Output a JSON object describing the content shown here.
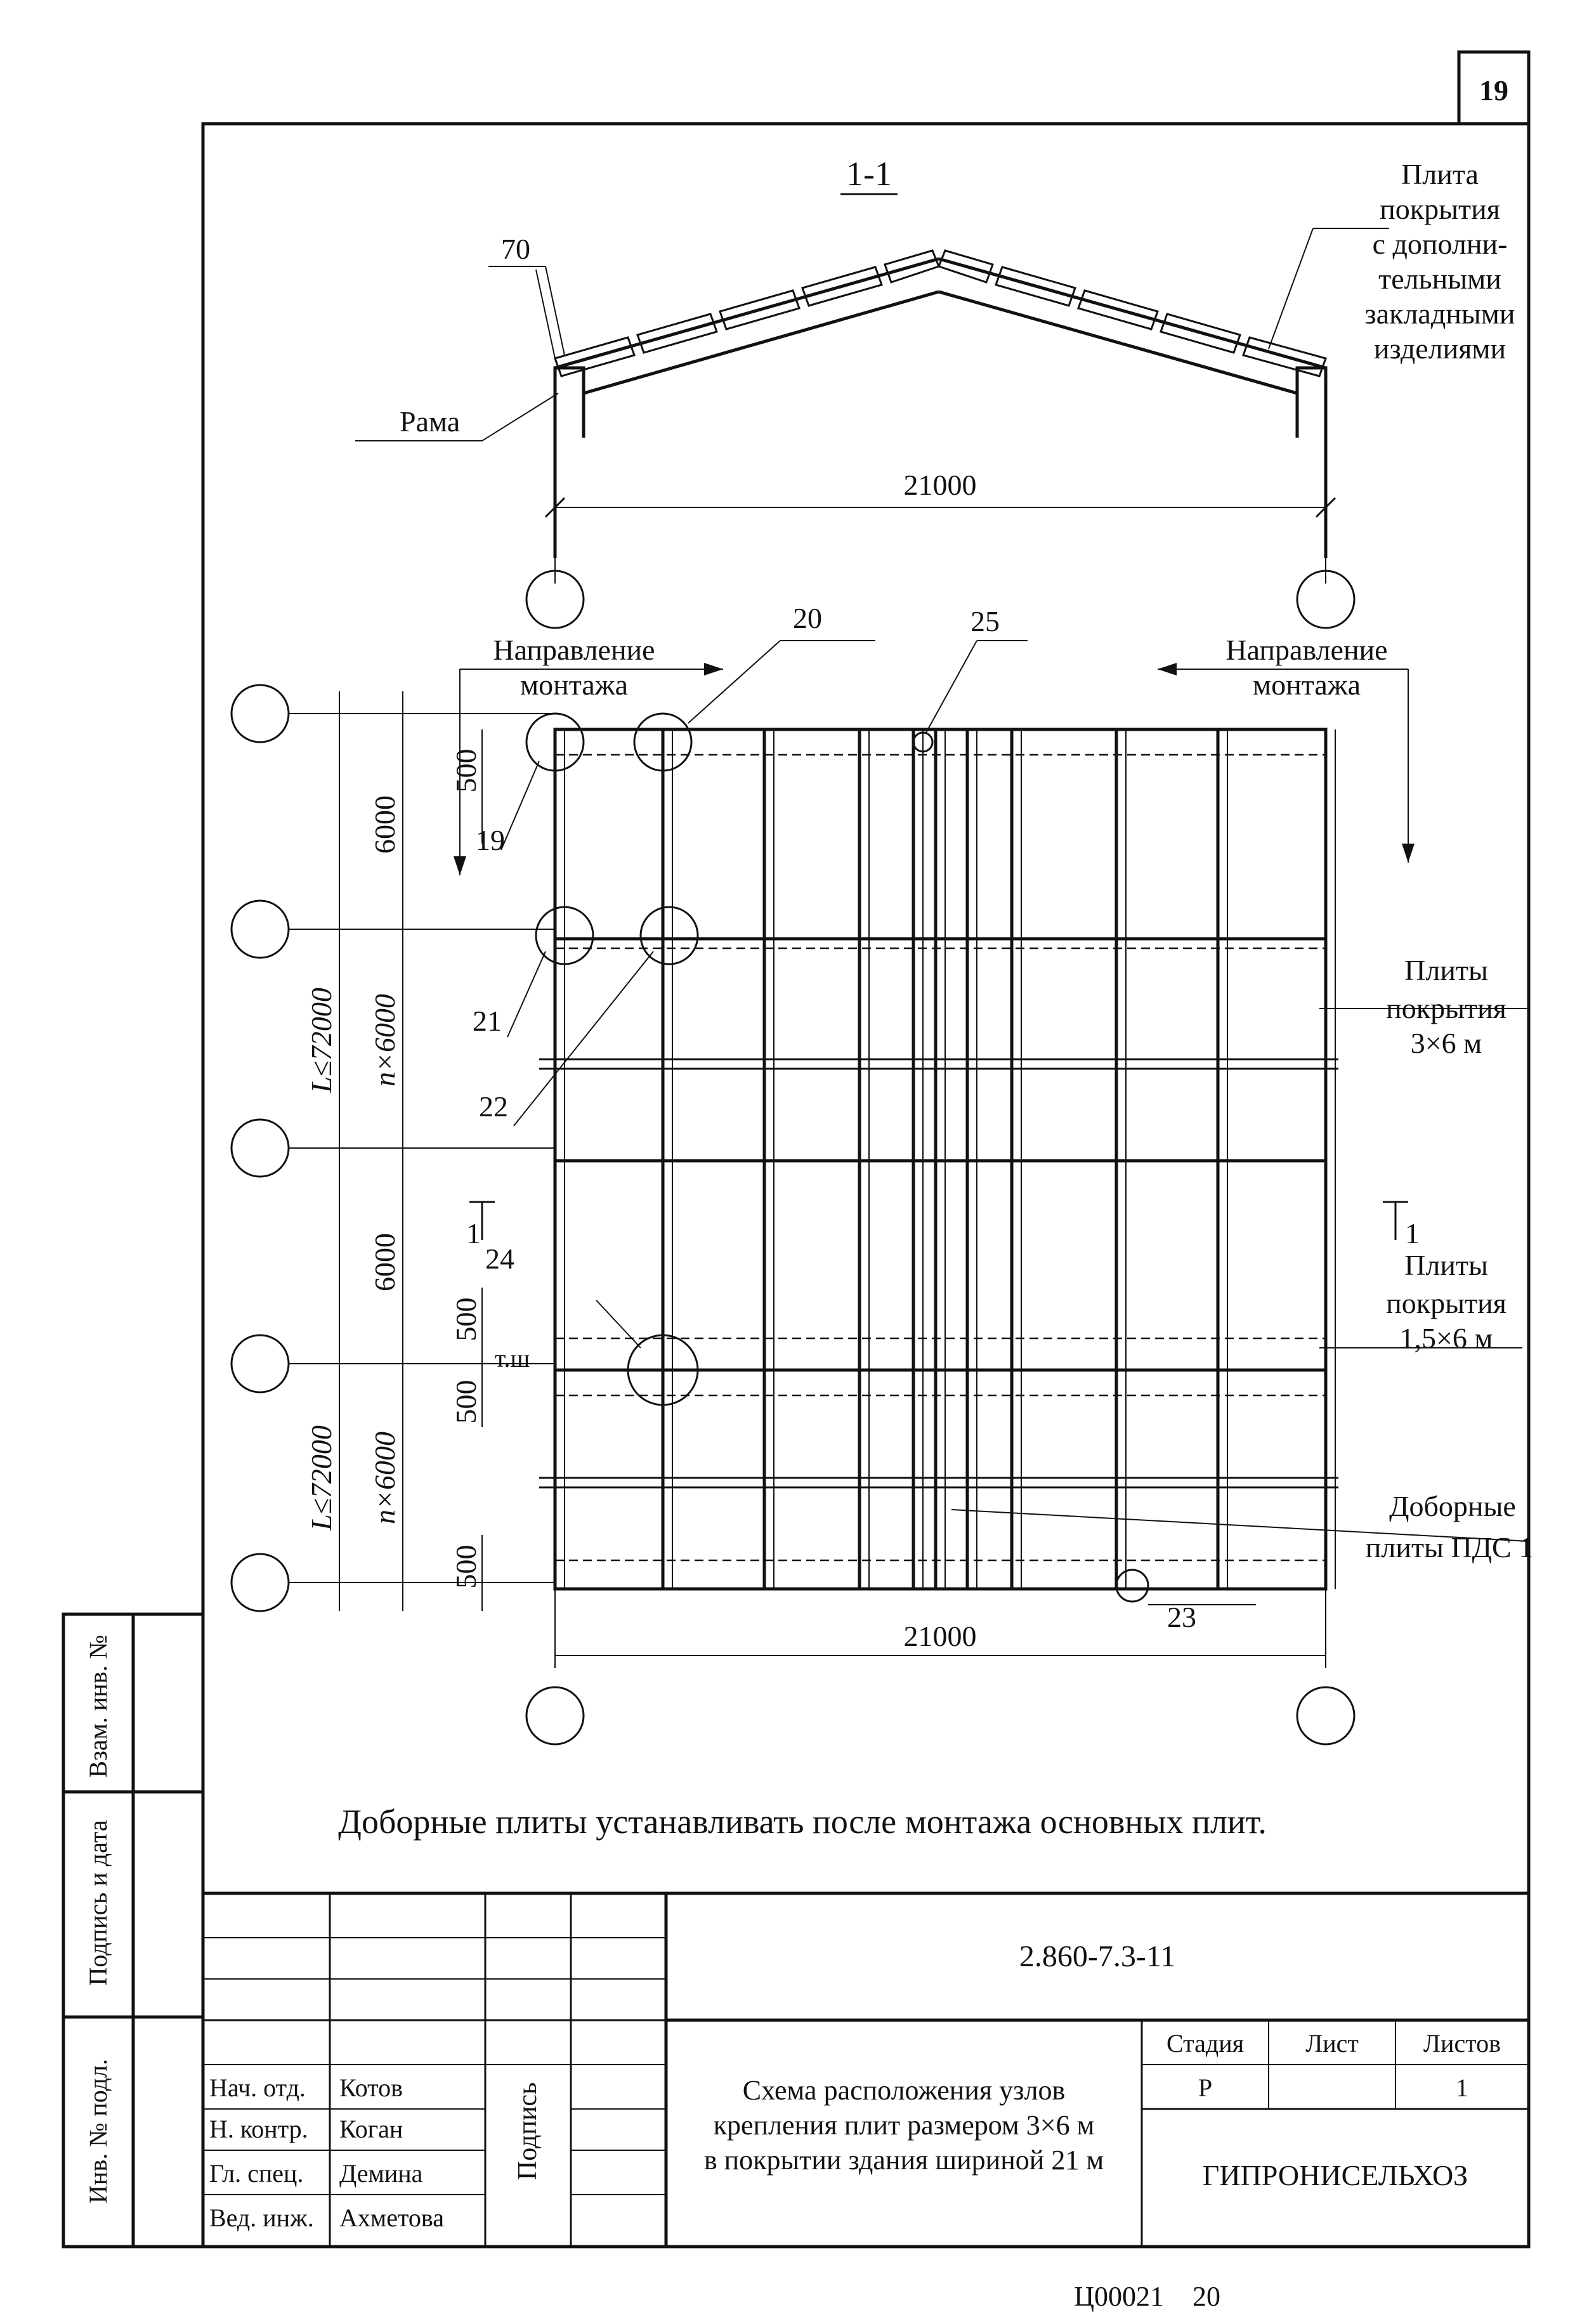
{
  "sheet_number": "19",
  "section_label": "1-1",
  "section": {
    "plate_note": [
      "Плита",
      "покрытия",
      "с дополни-",
      "тельными",
      "закладными",
      "изделиями"
    ],
    "frame_label": "Рама",
    "dim_70": "70",
    "span": "21000"
  },
  "plan": {
    "direction_left": [
      "Направление",
      "монтажа"
    ],
    "direction_right": [
      "Направление",
      "монтажа"
    ],
    "node_numbers": [
      "19",
      "20",
      "21",
      "22",
      "23",
      "24",
      "25"
    ],
    "dim_6000": "6000",
    "dim_n6000": "n×6000",
    "dim_L72000": "L≤72000",
    "dim_500": "500",
    "t_sh": "т.ш",
    "section_mark": "1",
    "span_bottom": "21000",
    "label_slabs_3x6": [
      "Плиты",
      "покрытия",
      "3×6 м"
    ],
    "label_slabs_15x6": [
      "Плиты",
      "покрытия",
      "1,5×6 м"
    ],
    "label_extra_slabs": [
      "Доборные",
      "плиты ПДС 1"
    ]
  },
  "note": "Доборные плиты устанавливать после монтажа основных плит.",
  "side_stamp": {
    "vzam_inv": "Взам. инв. №",
    "podpis_data": "Подпись и дата",
    "inv_podl": "Инв. № подл."
  },
  "title_block": {
    "doc_code": "2.860-7.3-11",
    "title": [
      "Схема расположения узлов",
      "крепления плит размером 3×6 м",
      "в покрытии здания шириной 21 м"
    ],
    "signature_header": "Подпись",
    "roles": [
      {
        "role": "Нач. отд.",
        "name": "Котов"
      },
      {
        "role": "Н. контр.",
        "name": "Коган"
      },
      {
        "role": "Гл. спец.",
        "name": "Демина"
      },
      {
        "role": "Вед. инж.",
        "name": "Ахметова"
      }
    ],
    "stage_header": "Стадия",
    "sheet_header": "Лист",
    "sheets_header": "Листов",
    "stage": "Р",
    "sheet": "",
    "sheets": "1",
    "organization": "ГИПРОНИСЕЛЬХОЗ"
  },
  "footer_code": "Ц00021",
  "footer_number": "20"
}
